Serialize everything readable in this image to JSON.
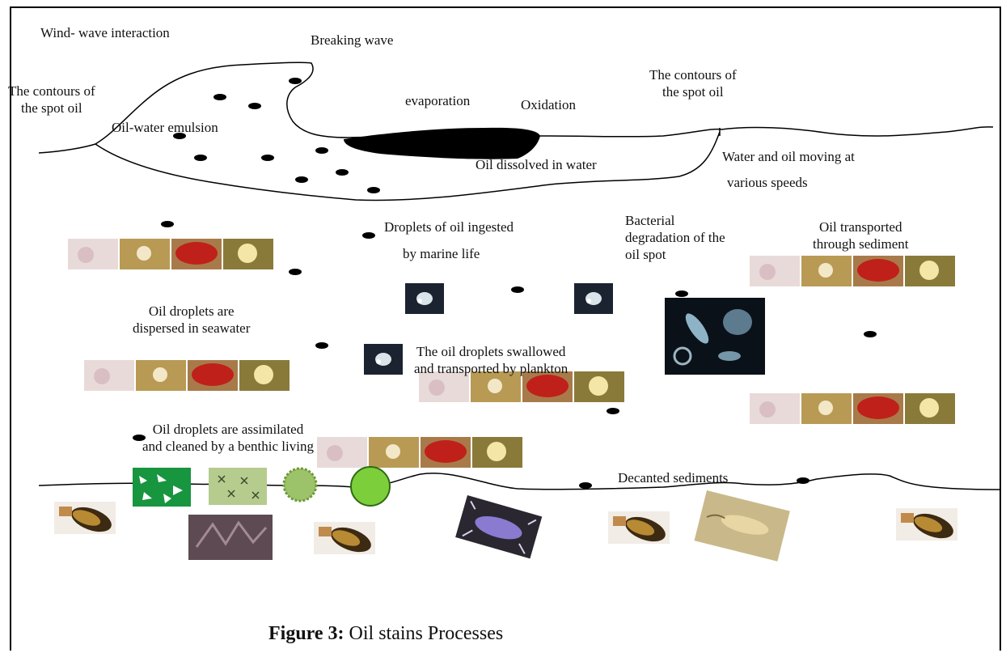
{
  "labels": {
    "wind_wave": "Wind- wave interaction",
    "breaking_wave": "Breaking wave",
    "contours_left": "The contours of\nthe spot oil",
    "contours_right": "The contours of\nthe spot oil",
    "evaporation": "evaporation",
    "oxidation": "Oxidation",
    "emulsion": "Oil-water emulsion",
    "dissolved": "Oil dissolved in water",
    "water_oil_moving": "Water and oil moving at",
    "various_speeds": "various speeds",
    "droplets_ingested": "Droplets of oil ingested",
    "by_marine_life": "by marine life",
    "bacterial": "Bacterial\ndegradation of the\noil spot",
    "transported_sediment": "Oil transported\nthrough sediment",
    "dispersed": "Oil droplets are\ndispersed in seawater",
    "swallowed": "The oil droplets swallowed\nand transported by plankton",
    "assimilated": "Oil droplets are assimilated\nand cleaned by a benthic living",
    "decanted": "Decanted sediments"
  },
  "caption": {
    "prefix": "Figure 3:",
    "text": " Oil stains Processes"
  },
  "colors": {
    "oil": "#000000",
    "line": "#000000",
    "algae_green": "#1aa34a",
    "plankton_red": "#c0201a",
    "bright_green": "#7ccf3a"
  }
}
